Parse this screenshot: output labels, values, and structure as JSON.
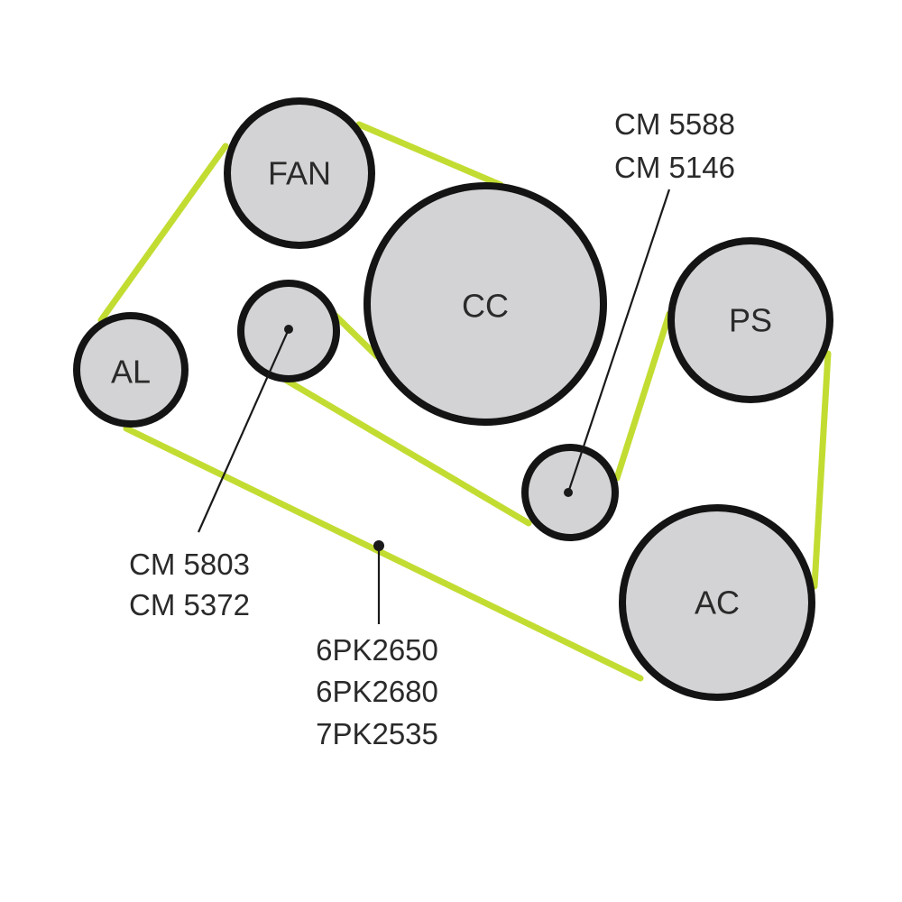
{
  "colors": {
    "belt": "#c3dc32",
    "pulley_fill": "#d3d3d5",
    "pulley_outline": "#141414",
    "text": "#2a2a2a"
  },
  "pulleys": {
    "fan": "FAN",
    "cc": "CC",
    "ps": "PS",
    "al": "AL",
    "ac": "AC"
  },
  "callouts": {
    "idler_top": [
      "CM 5588",
      "CM 5146"
    ],
    "idler_left": [
      "CM 5803",
      "CM 5372"
    ],
    "belt": [
      "6PK2650",
      "6PK2680",
      "7PK2535"
    ]
  }
}
